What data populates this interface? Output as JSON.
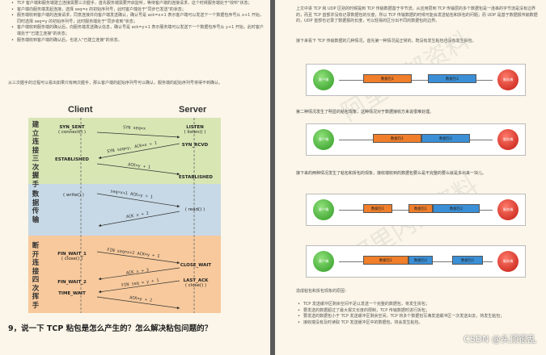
{
  "left": {
    "bullets": [
      "TCP 客户端和服务端建立连接需要三次握手，首先服务端需要开启监听，等待客户端的连接请求，这个时候服务端处于\"收听\"状态；",
      "客户端向服务端发起连接，选择 seq=x 的初始序列号，此时客户端处于\"同步已发送\"的状态；",
      "服务端收到客户端的连接请求，同意连接并向客户端发送确认，确认号是 ack=x+1 表示客户端可以发送下一个数据包序号从 x+1 开始，同时选择 seq=y 的初始序列号，此时服务端处于\"同步收到\"状态；",
      "客户端收到服务端的确认后，向服务端发送确认信息，确认号是 ack=y+1 表示服务端可以发送下一个数据包序号从 y+1 开始，此时客户端处于\"已建立连接\"的状态；",
      "服务端收到客户端的确认后，也进入\"已建立连接\"的状态。"
    ],
    "para": "从三次握手的过程可以看出如果只有两次握手，那么客户端的起始序列号可以确认，服务端的起始序列号将得不到确认。",
    "client_label": "Client",
    "server_label": "Server",
    "bands": [
      "建立连接三次握手",
      "数据传输",
      "断开连接四次挥手"
    ],
    "states_client": [
      {
        "name": "SYN_SENT",
        "sub": "( connect() )"
      },
      {
        "name": "ESTABLISHED",
        "sub": ""
      },
      {
        "name": "( write() )",
        "sub": ""
      },
      {
        "name": "FIN_WAIT_1",
        "sub": "( close() )"
      },
      {
        "name": "FIN_WAIT_2",
        "sub": ""
      },
      {
        "name": "TIME_WAIT",
        "sub": ""
      }
    ],
    "states_server": [
      {
        "name": "LISTEN",
        "sub": "( listen() )"
      },
      {
        "name": "SYN_RCVD",
        "sub": ""
      },
      {
        "name": "ESTABLISHED",
        "sub": ""
      },
      {
        "name": "( read() )",
        "sub": ""
      },
      {
        "name": "CLOSE_WAIT",
        "sub": ""
      },
      {
        "name": "LAST_ACK",
        "sub": "( close() )"
      }
    ],
    "messages": [
      "SYN seq=x",
      "SYN seq=y, ACK=x + 1",
      "ACK=y + 1",
      "seq=x+1 ACK=y + 1",
      "ACK x + 2",
      "FIN seq=x+2 ACK=y + 1",
      "ACK x + 3",
      "FIN seq = y + 1",
      "ACK=y + 2"
    ],
    "question": "9，说一下 TCP 粘包是怎么产生的？怎么解决粘包问题的？"
  },
  "right": {
    "para1": "上文中讲 TCP 和 UDP 区别的时候提到 TCP 传输数据基于字节流，从应用层到 TCP 传输层的多个数据包是一连串的字节流是没有边界的，而且 TCP 首部并没有记录数据包的长度，所以 TCP 传输数据的时候可能会发送粘包和拆包的问题；而 UDP 是基于数据报传输数据的，UDP 首部也记录了数据报的长度，可以轻易的区分出不同的数据包的边界。",
    "para2": "接下来看下 TCP 传输数据的几种情况，首先第一种情况是正常的，既没有发生粘包也没有发生拆包。",
    "para3": "第二种情况发生了明显的粘包现象，这种情况对于数据接收方来说很难处理。",
    "para4": "接下来的两种情况发生了粘包和拆包的现象，接收端收到的数据包要么是不完整的要么就是多出来一块儿。",
    "client_node": "客户端",
    "server_node": "服务端",
    "pkt1": "数据包1",
    "pkt2": "数据包2",
    "causes_title": "造成粘包和拆包现象的原因：",
    "causes": [
      "TCP 发送缓冲区剩余空间不足以发送一个完整的数据包，将发生拆包；",
      "要发送的数据超过了最大报文长度的限制，TCP 传输数据时进行拆包；",
      "要发送的数据包小于 TCP 发送缓冲区剩余空间，TCP 将多个数据包写满发送缓冲区一次发送出去，将发生粘包；",
      "接收端没有及时读取 TCP 发送缓冲区中的数据包，将会发生粘包。"
    ],
    "watermark_tag": "CSDN @头顶很乱"
  }
}
